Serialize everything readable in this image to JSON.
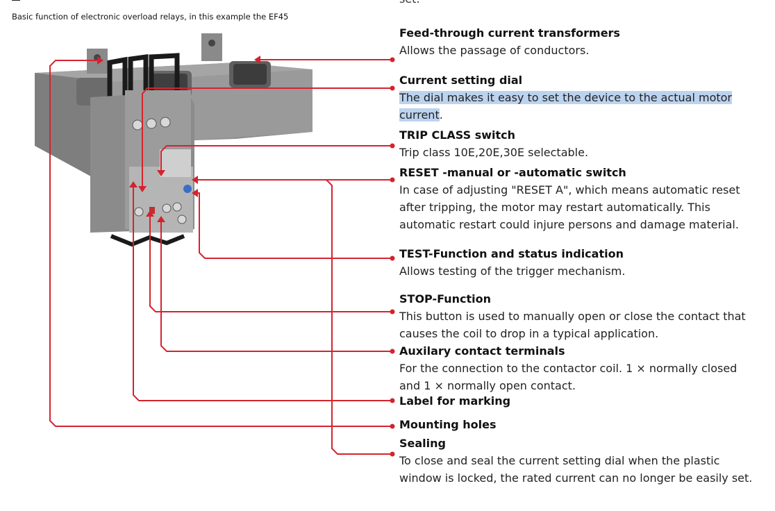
{
  "top_fragment": "set.",
  "caption": "Basic function of electronic overload relays, in this example the EF45",
  "image_alt": "EF45 electronic overload relay",
  "callouts": [
    {
      "title": "Feed-through current transformers",
      "desc": "Allows the passage of conductors."
    },
    {
      "title": "Current setting dial",
      "desc_highlight": "The dial makes it easy to set the device to the actual motor current",
      "desc_rest": "."
    },
    {
      "title": "TRIP CLASS switch",
      "desc": "Trip class 10E,20E,30E selectable."
    },
    {
      "title": "RESET -manual or -automatic switch",
      "desc": "In case of adjusting \"RESET A\", which means automatic reset after tripping, the motor may restart automatically. This automatic restart could injure persons and damage material."
    },
    {
      "title": "TEST-Function and status indication",
      "desc": "Allows testing of the trigger mechanism."
    },
    {
      "title": "STOP-Function",
      "desc": "This button is used to manually open or close the contact that causes the coil to drop in a typical application."
    },
    {
      "title": "Auxilary contact terminals",
      "desc": "For the connection to the contactor coil. 1 × normally closed and 1 × normally open contact."
    },
    {
      "title": "Label for marking",
      "desc": ""
    },
    {
      "title": "Mounting holes",
      "desc": ""
    },
    {
      "title": "Sealing",
      "desc": "To close and seal the current setting dial when the plastic window is locked, the rated current can no longer be easily set."
    }
  ],
  "colors": {
    "leader": "#d4232e",
    "highlight": "#bcd3ef"
  }
}
